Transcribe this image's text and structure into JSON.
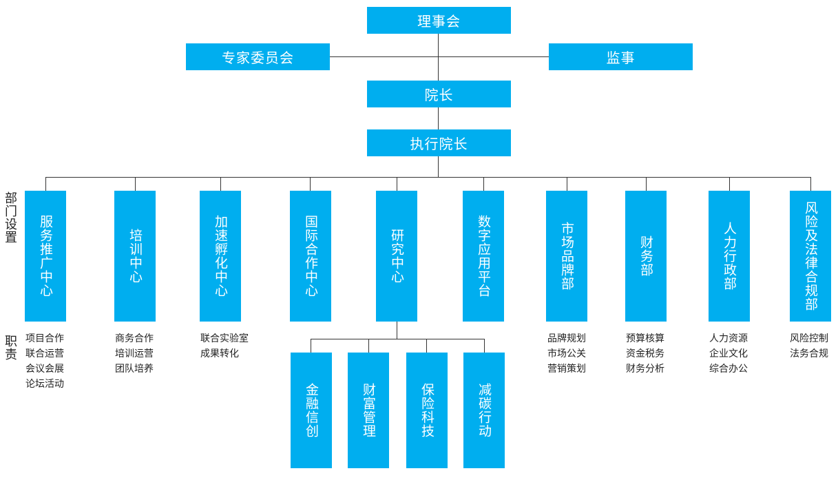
{
  "top": {
    "board": "理事会",
    "experts": "专家委员会",
    "supervisor": "监事",
    "president": "院长",
    "executive": "执行院长"
  },
  "side_labels": {
    "departments": "部门设置",
    "duties": "职责"
  },
  "departments": [
    {
      "name": "服务推广中心",
      "duties": [
        "项目合作",
        "联合运营",
        "会议会展",
        "论坛活动"
      ]
    },
    {
      "name": "培训中心",
      "duties": [
        "商务合作",
        "培训运营",
        "团队培养"
      ]
    },
    {
      "name": "加速孵化中心",
      "duties": [
        "联合实验室",
        "成果转化"
      ]
    },
    {
      "name": "国际合作中心",
      "duties": []
    },
    {
      "name": "研究中心",
      "duties": []
    },
    {
      "name": "数字应用平台",
      "duties": []
    },
    {
      "name": "市场品牌部",
      "duties": [
        "品牌规划",
        "市场公关",
        "营销策划"
      ]
    },
    {
      "name": "财务部",
      "duties": [
        "预算核算",
        "资金税务",
        "财务分析"
      ]
    },
    {
      "name": "人力行政部",
      "duties": [
        "人力资源",
        "企业文化",
        "综合办公"
      ]
    },
    {
      "name": "风险及法律合规部",
      "duties": [
        "风险控制",
        "法务合规"
      ]
    }
  ],
  "research_subunits": [
    "金融信创",
    "财富管理",
    "保险科技",
    "减碳行动"
  ],
  "colors": {
    "box": "#00aeef",
    "text": "#ffffff",
    "line": "#333333"
  }
}
